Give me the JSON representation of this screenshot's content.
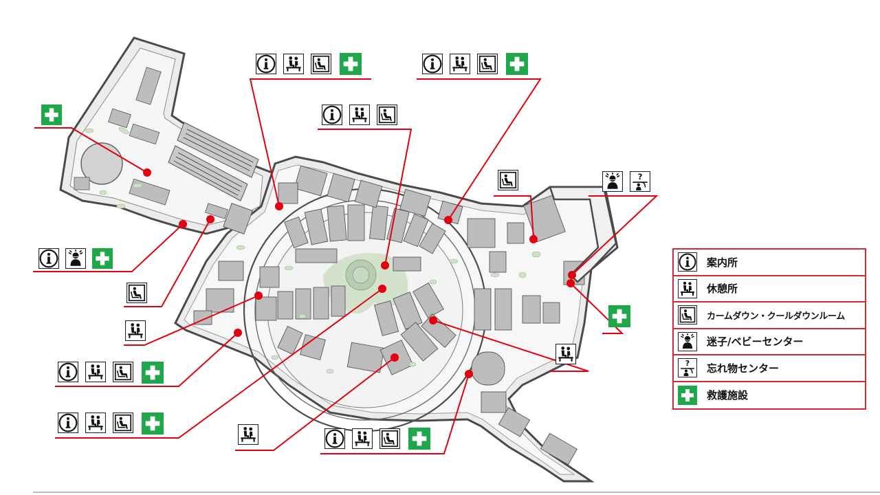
{
  "legend": {
    "items": [
      {
        "icon": "info-icon",
        "label": "案内所"
      },
      {
        "icon": "rest-area-icon",
        "label": "休憩所"
      },
      {
        "icon": "calm-down-room-icon",
        "label": "カームダウン・クールダウンルーム"
      },
      {
        "icon": "lost-child-icon",
        "label": "迷子/ベビーセンター"
      },
      {
        "icon": "lost-and-found-icon",
        "label": "忘れ物センター"
      },
      {
        "icon": "first-aid-icon",
        "label": "救護施設"
      }
    ]
  },
  "colors": {
    "callout_red": "#e3000f",
    "first_aid_green": "#1fa84a",
    "legend_border": "#d8282f",
    "map_building": "#b5b5b5",
    "map_outline": "#555555",
    "greenery": "#cfe1c6"
  },
  "facilities": [
    {
      "id": "f1",
      "icons": [
        "first-aid-icon"
      ]
    },
    {
      "id": "f2",
      "icons": [
        "info-icon",
        "lost-child-icon",
        "first-aid-icon"
      ]
    },
    {
      "id": "f3",
      "icons": [
        "calm-down-room-icon"
      ]
    },
    {
      "id": "f4",
      "icons": [
        "rest-area-icon"
      ]
    },
    {
      "id": "f5",
      "icons": [
        "info-icon",
        "rest-area-icon",
        "calm-down-room-icon",
        "first-aid-icon"
      ]
    },
    {
      "id": "f6",
      "icons": [
        "info-icon",
        "rest-area-icon",
        "calm-down-room-icon",
        "first-aid-icon"
      ]
    },
    {
      "id": "f7",
      "icons": [
        "rest-area-icon"
      ]
    },
    {
      "id": "f8",
      "icons": [
        "info-icon",
        "rest-area-icon",
        "calm-down-room-icon",
        "first-aid-icon"
      ]
    },
    {
      "id": "f9",
      "icons": [
        "info-icon",
        "rest-area-icon",
        "calm-down-room-icon",
        "first-aid-icon"
      ]
    },
    {
      "id": "f10",
      "icons": [
        "info-icon",
        "rest-area-icon",
        "calm-down-room-icon"
      ]
    },
    {
      "id": "f11",
      "icons": [
        "info-icon",
        "rest-area-icon",
        "calm-down-room-icon",
        "first-aid-icon"
      ]
    },
    {
      "id": "f12",
      "icons": [
        "calm-down-room-icon"
      ]
    },
    {
      "id": "f13",
      "icons": [
        "lost-child-icon",
        "lost-and-found-icon"
      ]
    },
    {
      "id": "f14",
      "icons": [
        "first-aid-icon"
      ]
    },
    {
      "id": "f15",
      "icons": [
        "rest-area-icon"
      ]
    }
  ]
}
